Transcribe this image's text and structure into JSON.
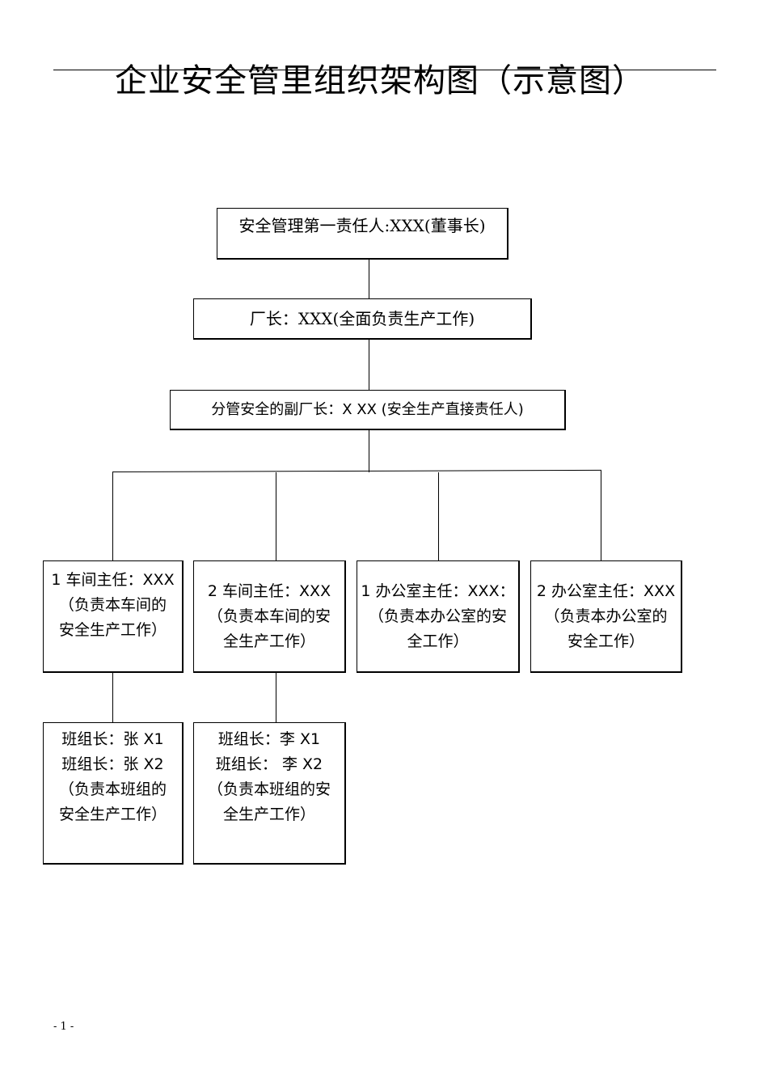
{
  "title": "企业安全管里组织架构图（示意图）",
  "nodes": {
    "chairman": "安全管理第一责任人:XXX(董事长)",
    "factory_director": "厂长：XXX(全面负责生产工作)",
    "deputy_director": "分管安全的副厂长：X XX (安全生产直接责任人)",
    "workshop1": [
      "1 车间主任：XXX",
      "（负责本车间的",
      "安全生产工作）"
    ],
    "workshop2": [
      "2 车间主任：XXX",
      "（负责本车间的安",
      "全生产工作）"
    ],
    "office1": [
      "1 办公室主任：XXX：",
      "（负责本办公室的安",
      "全工作）"
    ],
    "office2": [
      "2 办公室主任：XXX",
      "（负责本办公室的",
      "安全工作）"
    ],
    "team1": [
      "班组长：张 X1",
      "班组长：张 X2",
      "（负责本班组的",
      "安全生产工作）"
    ],
    "team2": [
      "班组长：李 X1",
      "班组长： 李 X2",
      "（负责本班组的安",
      "全生产工作）"
    ]
  },
  "page_number": "- 1 -"
}
